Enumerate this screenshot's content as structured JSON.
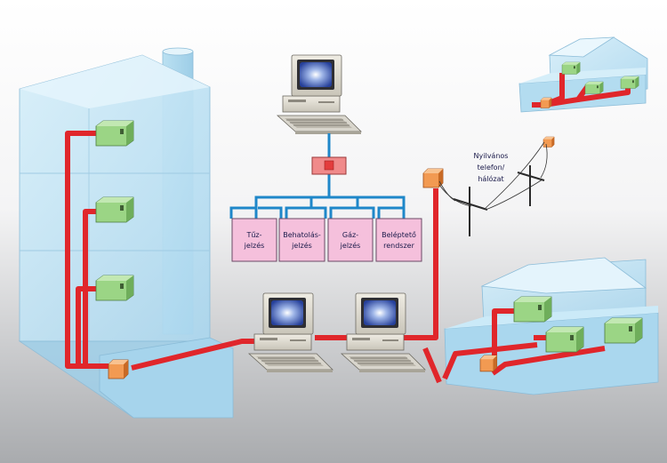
{
  "network_label": [
    "Nyilvános",
    "telefon/",
    "hálózat"
  ],
  "subsystems": [
    {
      "id": "fire",
      "lines": [
        "Tűz-",
        "jelzés"
      ]
    },
    {
      "id": "intrusion",
      "lines": [
        "Behatolás-",
        "jelzés"
      ]
    },
    {
      "id": "gas",
      "lines": [
        "Gáz-",
        "jelzés"
      ]
    },
    {
      "id": "access",
      "lines": [
        "Beléptető",
        "rendszer"
      ]
    }
  ],
  "colors": {
    "cable": "#e0262b",
    "bus": "#1f87c9",
    "box_fill": "#f5c0dc",
    "sensor": "#8fcf7a",
    "junction": "#f08a3c",
    "building": "#bfe3f3",
    "background_top": "#ffffff",
    "background_bottom": "#a8aaad"
  },
  "icons": [
    "computer-icon",
    "junction-box-icon",
    "sensor-box-icon",
    "telephone-pole-icon",
    "building-icon",
    "house-icon"
  ]
}
